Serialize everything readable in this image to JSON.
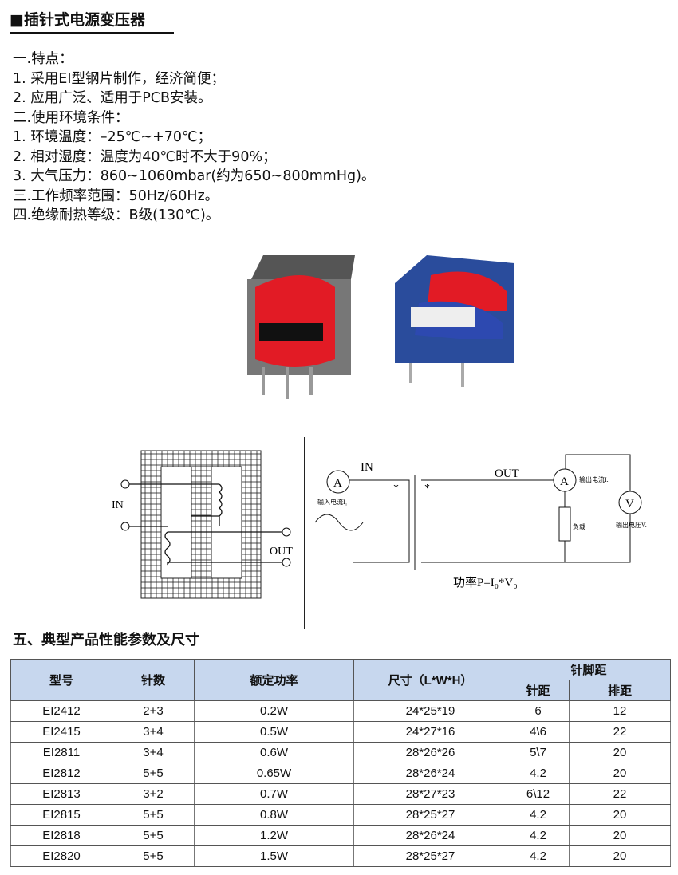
{
  "title": "■插针式电源变压器",
  "specs": [
    "一.特点：",
    "1.  采用EI型钢片制作，经济简便；",
    "2.  应用广泛、适用于PCB安装。",
    "二.使用环境条件：",
    "1.  环境温度：–25℃~+70℃；",
    "2.  相对湿度：温度为40℃时不大于90%；",
    "3.  大气压力：860~1060mbar(约为650~800mmHg)。",
    "三.工作频率范围：50Hz/60Hz。",
    "四.绝缘耐热等级：B级(130℃)。"
  ],
  "diagram1": {
    "in": "IN",
    "out": "OUT"
  },
  "diagram2": {
    "in": "IN",
    "out": "OUT",
    "ammeter": "A",
    "voltmeter": "V",
    "input_current": "输入电流I₁",
    "output_current": "输出电流I.",
    "load": "负载",
    "output_voltage": "输出电压V.",
    "formula": "功率P=I₀*V₀"
  },
  "section5": "五、典型产品性能参数及尺寸",
  "table": {
    "headers": {
      "model": "型号",
      "pins": "针数",
      "power": "额定功率",
      "size": "尺寸（L*W*H）",
      "pin_spacing": "针脚距",
      "pin_pitch": "针距",
      "row_pitch": "排距"
    },
    "rows": [
      [
        "EI2412",
        "2+3",
        "0.2W",
        "24*25*19",
        "6",
        "12"
      ],
      [
        "EI2415",
        "3+4",
        "0.5W",
        "24*27*16",
        "4\\6",
        "22"
      ],
      [
        "EI2811",
        "3+4",
        "0.6W",
        "28*26*26",
        "5\\7",
        "20"
      ],
      [
        "EI2812",
        "5+5",
        "0.65W",
        "28*26*24",
        "4.2",
        "20"
      ],
      [
        "EI2813",
        "3+2",
        "0.7W",
        "28*27*23",
        "6\\12",
        "22"
      ],
      [
        "EI2815",
        "5+5",
        "0.8W",
        "28*25*27",
        "4.2",
        "20"
      ],
      [
        "EI2818",
        "5+5",
        "1.2W",
        "28*26*24",
        "4.2",
        "20"
      ],
      [
        "EI2820",
        "5+5",
        "1.5W",
        "28*25*27",
        "4.2",
        "20"
      ]
    ]
  }
}
